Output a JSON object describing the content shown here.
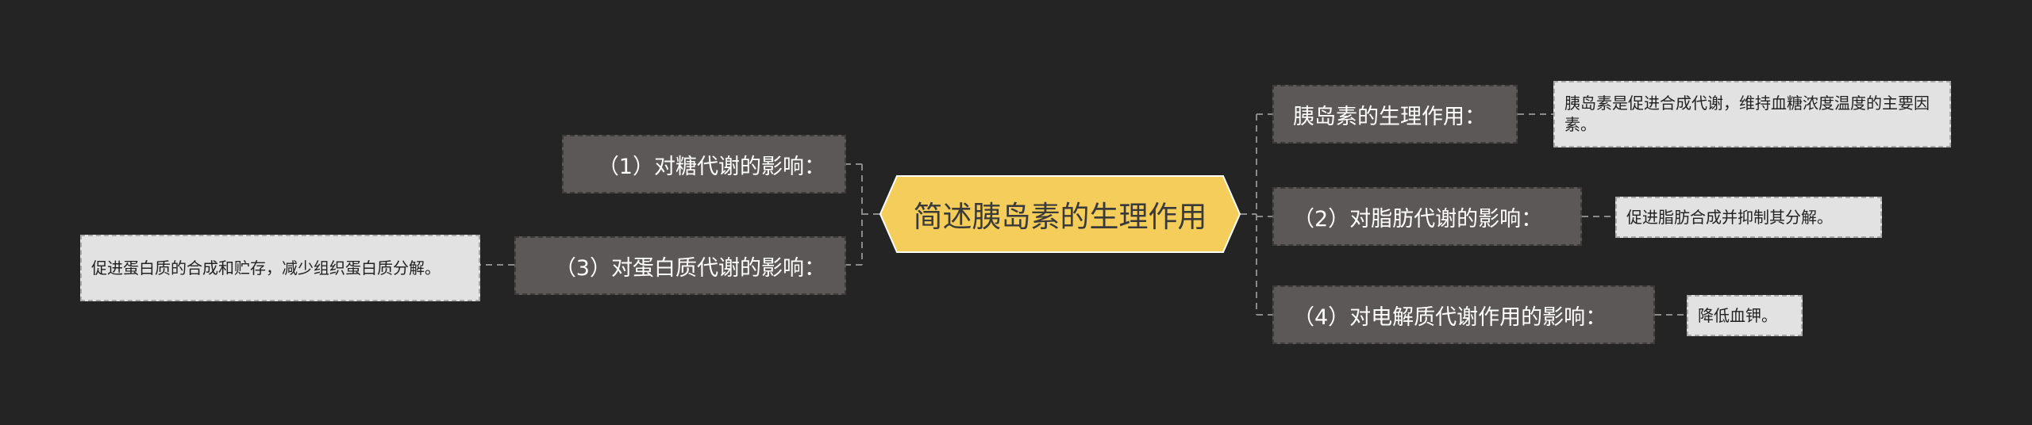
{
  "root": {
    "label": "简述胰岛素的生理作用"
  },
  "branches": {
    "sugar": {
      "label": "（1）对糖代谢的影响："
    },
    "protein": {
      "label": "（3）对蛋白质代谢的影响：",
      "detail": "促进蛋白质的合成和贮存，减少组织蛋白质分解。"
    },
    "insulin": {
      "label": "胰岛素的生理作用：",
      "detail": "胰岛素是促进合成代谢，维持血糖浓度温度的主要因素。"
    },
    "fat": {
      "label": "（2）对脂肪代谢的影响：",
      "detail": "促进脂肪合成并抑制其分解。"
    },
    "electrolyte": {
      "label": "（4）对电解质代谢作用的影响：",
      "detail": "降低血钾。"
    }
  },
  "colors": {
    "background": "#242424",
    "root_fill": "#f5cd5b",
    "branch_fill": "#5b5857",
    "leaf_fill": "#e2e2e2",
    "connector": "#8a8a8a"
  }
}
